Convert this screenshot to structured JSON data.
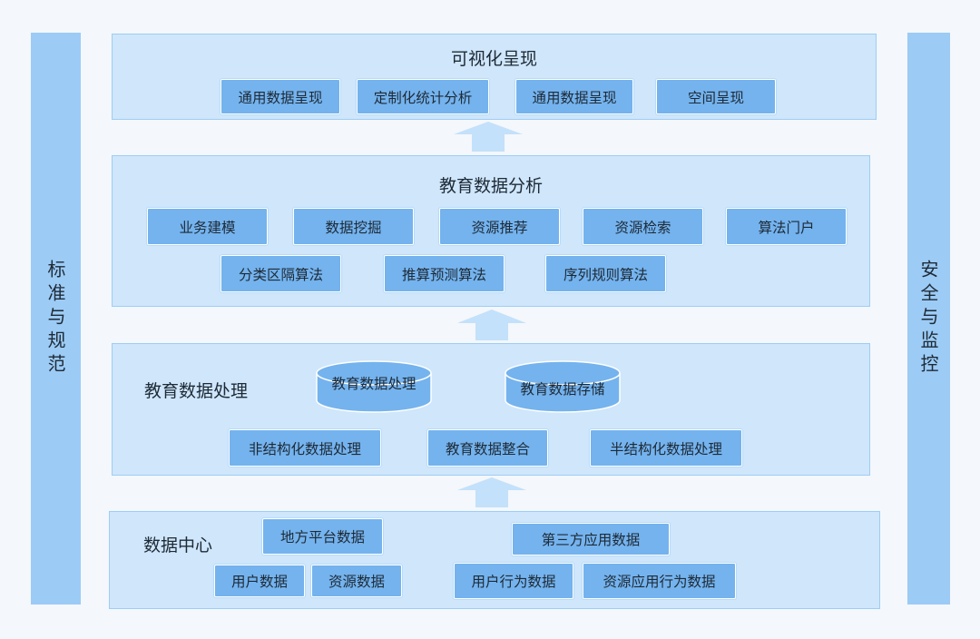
{
  "sides": {
    "left": "标准与规范",
    "right": "安全与监控"
  },
  "layers": {
    "visualization": {
      "title": "可视化呈现",
      "items": [
        "通用数据呈现",
        "定制化统计分析",
        "通用数据呈现",
        "空间呈现"
      ]
    },
    "analysis": {
      "title": "教育数据分析",
      "row1": [
        "业务建模",
        "数据挖掘",
        "资源推荐",
        "资源检索",
        "算法门户"
      ],
      "row2": [
        "分类区隔算法",
        "推算预测算法",
        "序列规则算法"
      ]
    },
    "processing": {
      "title": "教育数据处理",
      "cylinders": [
        "教育数据处理",
        "教育数据存储"
      ],
      "items": [
        "非结构化数据处理",
        "教育数据整合",
        "半结构化数据处理"
      ]
    },
    "data_center": {
      "title": "数据中心",
      "items": [
        "地方平台数据",
        "第三方应用数据",
        "用户数据",
        "资源数据",
        "用户行为数据",
        "资源应用行为数据"
      ]
    }
  },
  "colors": {
    "side_bar": "#9ccbf5",
    "layer_fill": "#cfe6fb",
    "box_fill": "#74b3ee",
    "arrow_fill": "#c3e1fa"
  }
}
